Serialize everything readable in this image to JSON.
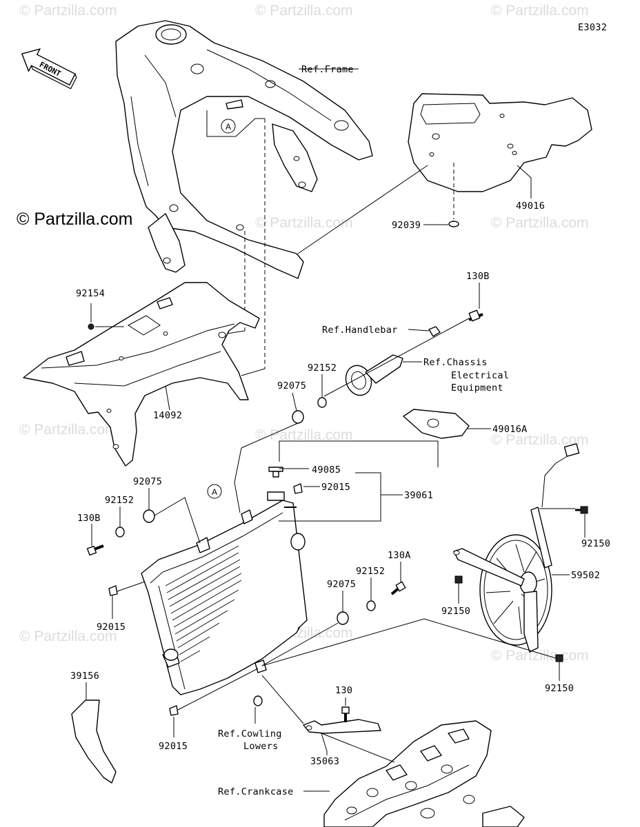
{
  "diagram_code": "E3032",
  "watermark": "© Partzilla.com",
  "copyright": "© Partzilla.com",
  "front_arrow": "FRONT",
  "refs": {
    "frame": "Ref.Frame",
    "handlebar": "Ref.Handlebar",
    "chassis_1": "Ref.Chassis",
    "chassis_2": "Electrical",
    "chassis_3": "Equipment",
    "cowling_1": "Ref.Cowling",
    "cowling_2": "Lowers",
    "crankcase": "Ref.Crankcase"
  },
  "callout_circle": "A",
  "parts": {
    "p49016": "49016",
    "p92039": "92039",
    "p130b_top": "130B",
    "p92154": "92154",
    "p92152_top": "92152",
    "p92075_top": "92075",
    "p14092": "14092",
    "p49016a": "49016A",
    "p49085": "49085",
    "p92015_cap": "92015",
    "p39061": "39061",
    "p92075_left": "92075",
    "p92152_left": "92152",
    "p130b_left": "130B",
    "p92150_top": "92150",
    "p130a": "130A",
    "p92152_mid": "92152",
    "p92075_mid": "92075",
    "p59502": "59502",
    "p92150_mid": "92150",
    "p92015_left": "92015",
    "p92150_bot": "92150",
    "p39156": "39156",
    "p130": "130",
    "p92015_bot": "92015",
    "p35063": "35063"
  }
}
